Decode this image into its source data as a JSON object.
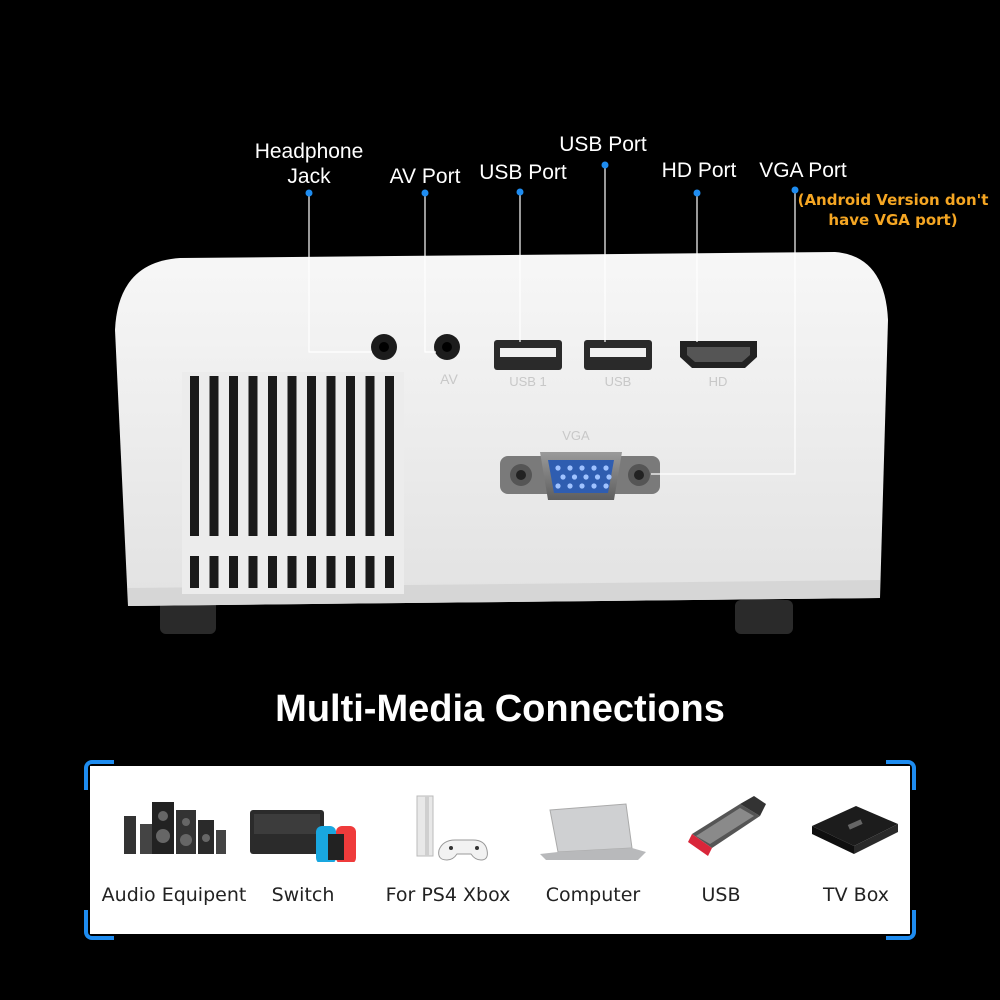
{
  "ports": {
    "headphone_line1": "Headphone",
    "headphone_line2": "Jack",
    "av": "AV Port",
    "usb1": "USB Port",
    "usb2": "USB Port",
    "hd": "HD Port",
    "vga": "VGA Port",
    "vga_note_line1": "(Android Version don't",
    "vga_note_line2": "have VGA port)"
  },
  "panel_markings": {
    "av": "AV",
    "usb1": "USB 1",
    "usb2": "USB",
    "hd": "HD",
    "vga": "VGA"
  },
  "heading": "Multi-Media Connections",
  "devices": [
    {
      "label": "Audio Equipent",
      "icon": "speakers-icon"
    },
    {
      "label": "Switch",
      "icon": "game-console-switch-icon"
    },
    {
      "label": "For PS4 Xbox",
      "icon": "ps4-console-icon"
    },
    {
      "label": "Computer",
      "icon": "laptop-icon"
    },
    {
      "label": "USB",
      "icon": "usb-drive-icon"
    },
    {
      "label": "TV Box",
      "icon": "tv-box-icon"
    }
  ],
  "colors": {
    "background": "#000000",
    "callout_dot": "#1e8cf0",
    "note": "#f5a623",
    "frame": "#1e8cf0"
  }
}
